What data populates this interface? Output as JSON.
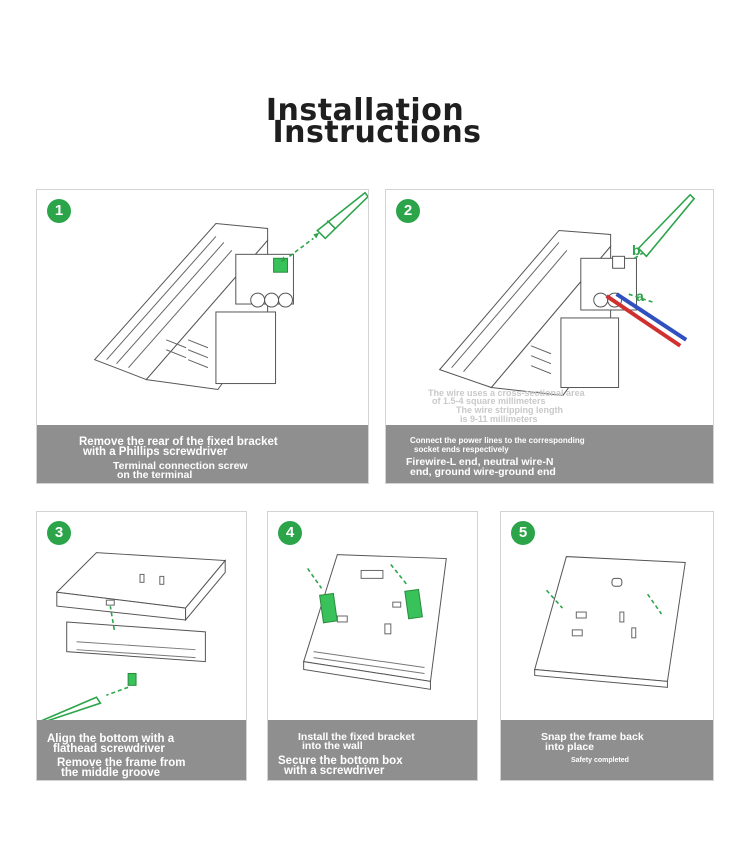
{
  "title": {
    "line1": "Installation",
    "line2": "Instructions"
  },
  "steps": [
    {
      "number": "1",
      "lines": [
        "Remove the rear of the fixed bracket",
        "with a Phillips screwdriver",
        "Terminal connection screw",
        "on the terminal"
      ]
    },
    {
      "number": "2",
      "lines": [
        "Connect the power lines to the corresponding",
        "socket ends respectively",
        "Firewire-L end, neutral wire-N",
        "end, ground wire-ground end"
      ],
      "specs": [
        "The wire uses a cross-sectional area",
        "of 1.5-4 square millimeters",
        "The wire stripping length",
        "is 9-11 millimeters"
      ],
      "labels": {
        "a": "a",
        "b": "b"
      }
    },
    {
      "number": "3",
      "lines": [
        "Align the bottom with a",
        "flathead screwdriver",
        "Remove the frame from",
        "the middle groove"
      ]
    },
    {
      "number": "4",
      "lines": [
        "Install the fixed bracket",
        "into the wall",
        "Secure the bottom box",
        "with a screwdriver"
      ]
    },
    {
      "number": "5",
      "lines": [
        "Snap the frame back",
        "into place",
        "Safety completed"
      ]
    }
  ],
  "colors": {
    "accent": "#2ca44a",
    "caption_bg": "#8f8f8f",
    "wire_red": "#d03030",
    "wire_blue": "#3050c0"
  }
}
